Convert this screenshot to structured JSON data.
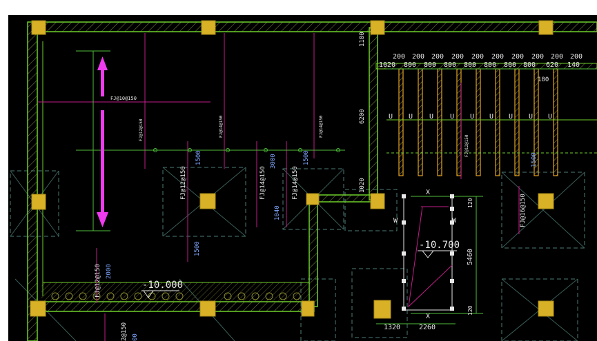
{
  "colors": {
    "background": "#000000",
    "page": "#ffffff",
    "wall": "#6fcf2a",
    "column": "#d8b126",
    "rebar_orange": "#e7a320",
    "rebar_line": "#c11d88",
    "text_magenta": "#d640c6",
    "text_white": "#e8e8e8",
    "text_cyan": "#7fa7ff",
    "dim_green": "#4fbe3a",
    "arrow": "#ee3bee",
    "dashed": "#4c7d76",
    "hatch": "#6b7a3a"
  },
  "labels": {
    "rebar_top_left": "FJ@10@150",
    "rebar_v1": "FJ@12@150",
    "rebar_v2": "FJ@14@150",
    "rebar_v3": "FJ@12@150",
    "rebar_v4": "FJ@14@150",
    "rebar_mid_left": "FJ@12@150",
    "rebar_mid": "FJ@14@150",
    "rebar_mid_right": "FJ@14@150",
    "rebar_right": "FJ@16@150",
    "rebar_bottom_left": "FJ@12@150",
    "rebar_bottom_cut": "2@150",
    "elev_left": "-10.000",
    "elev_right": "-10.700",
    "u_mark": "U",
    "w_mark": "W",
    "x_mark": "X",
    "mid_1500": "1500",
    "mid_1500b": "1500",
    "mid_3000": "3000",
    "mid_1500c": "1500",
    "mid_1040": "1040",
    "right_1500": "1500",
    "left_2000": "2000",
    "bottom_2000cut": "00"
  },
  "dimensions": {
    "top_1180": "1180",
    "side_6200": "6200",
    "side_1020": "1020",
    "dim_5460": "5460",
    "dim_120_top": "120",
    "dim_120_bottom": "120",
    "dim_1320": "1320",
    "dim_2260": "2260",
    "dim_180": "180",
    "row_top": [
      "200",
      "200",
      "200",
      "200",
      "200",
      "200",
      "200",
      "200",
      "200",
      "200"
    ],
    "row_bottom": [
      "1020",
      "800",
      "800",
      "800",
      "800",
      "800",
      "800",
      "800",
      "620",
      "140"
    ]
  }
}
